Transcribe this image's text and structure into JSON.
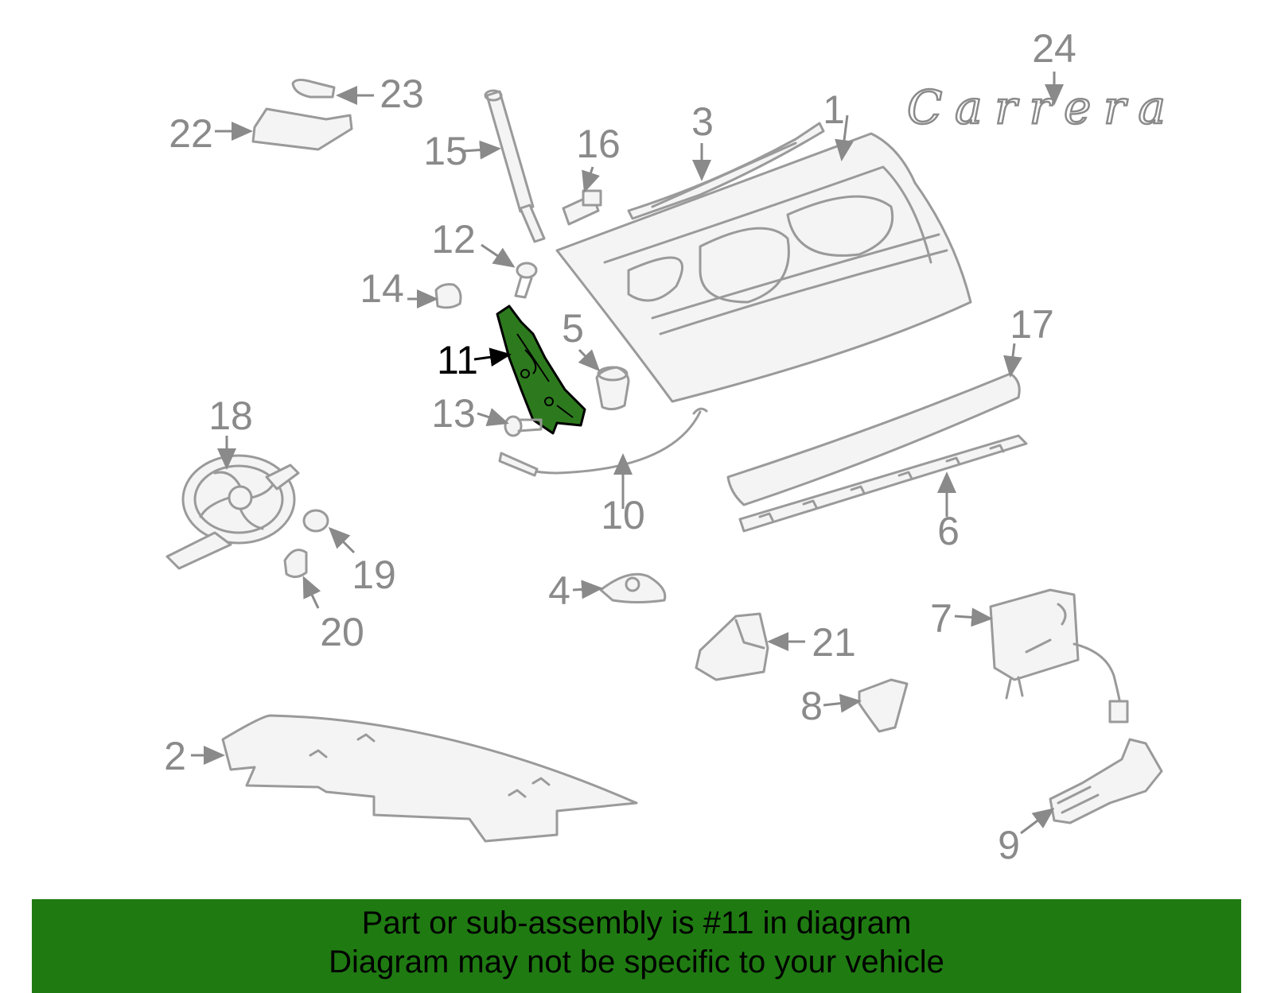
{
  "callouts": [
    "1",
    "2",
    "3",
    "4",
    "5",
    "6",
    "7",
    "8",
    "9",
    "10",
    "11",
    "12",
    "13",
    "14",
    "15",
    "16",
    "17",
    "18",
    "19",
    "20",
    "21",
    "22",
    "23",
    "24"
  ],
  "highlighted_part": "11",
  "emblem_text": "Carrera",
  "footer": {
    "line1": "Part or sub-assembly is #11 in diagram",
    "line2": "Diagram may not be specific to your vehicle"
  },
  "colors": {
    "footer_bg": "#1f7a12",
    "highlight_part": "#2d7a1e",
    "part_lines": "#9a9a9a",
    "callout_text": "#8a8a8a"
  }
}
